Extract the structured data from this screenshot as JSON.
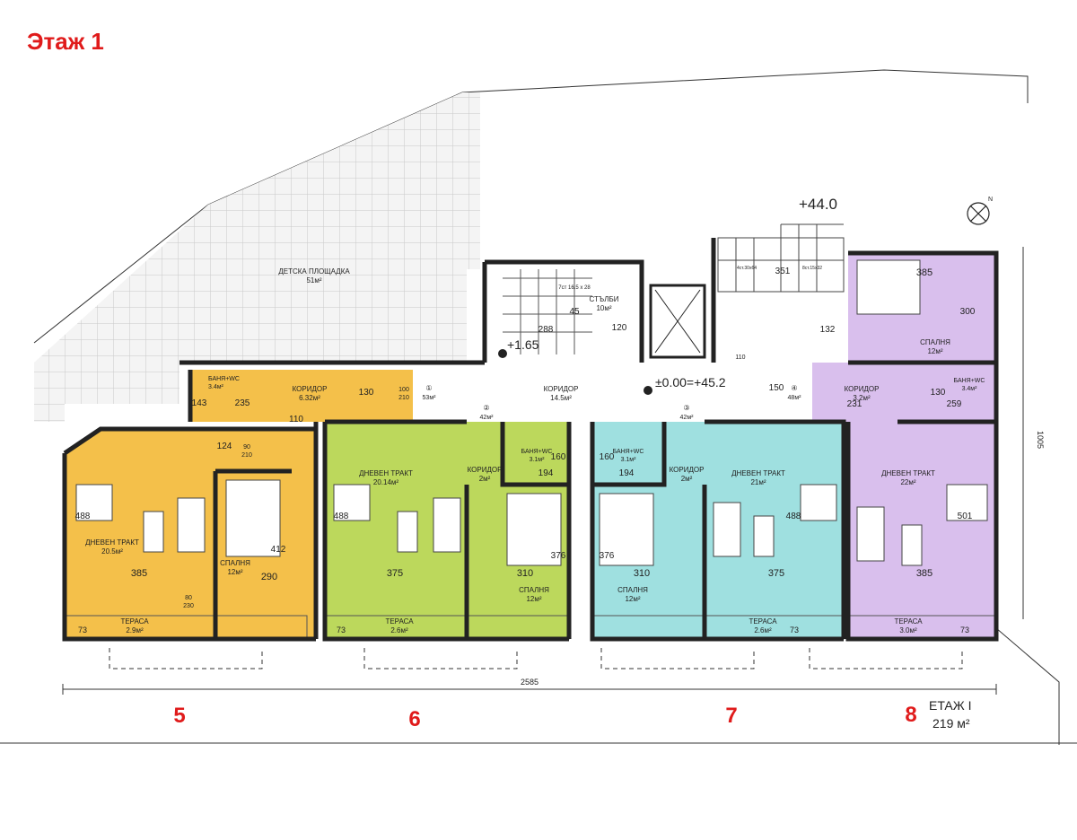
{
  "title": "Этаж 1",
  "elevations": {
    "top": "+44.0",
    "entrance": "±0.00=+45.2",
    "stair_landing": "+1.65"
  },
  "north": "N",
  "floor": {
    "label": "ЕТАЖ I",
    "area": "219 м²"
  },
  "overall_dimension": "2585",
  "side_dimension": "1005",
  "playground": {
    "name": "ДЕТСКА ПЛОЩАДКА",
    "area": "51м²"
  },
  "stairs": {
    "name": "СТЪЛБИ",
    "area": "10м²",
    "note": "7ст 16.5 x 28",
    "dim_288": "288",
    "dim_45": "45",
    "dim_120": "120"
  },
  "main_corridor": {
    "name": "КОРИДОР",
    "area": "14.5м²"
  },
  "circulation": [
    {
      "num": "①",
      "area": "53м²"
    },
    {
      "num": "②",
      "area": "42м²"
    },
    {
      "num": "③",
      "area": "42м²"
    },
    {
      "num": "④",
      "area": "48м²"
    }
  ],
  "right_stair": {
    "dim_351": "351",
    "dim_132": "132",
    "dim_150": "150",
    "note1": "4ст.30x64",
    "note2": "8ст.15x32"
  },
  "doors": {
    "d100": "100",
    "d210": "210",
    "d90": "90",
    "d80": "80",
    "d230": "230",
    "d110": "110"
  },
  "units": [
    {
      "id": "5",
      "colour": "#f4c04a",
      "bath": {
        "name": "БАНЯ+WC",
        "area": "3.4м²"
      },
      "corridor": {
        "name": "КОРИДОР",
        "area": "6.32м²"
      },
      "living": {
        "name": "ДНЕВЕН ТРАКТ",
        "area": "20.5м²"
      },
      "bedroom": {
        "name": "СПАЛНЯ",
        "area": "12м²"
      },
      "terrace": {
        "name": "ТЕРАСА",
        "area": "2.9м²"
      },
      "dims": [
        "385",
        "290",
        "488",
        "412",
        "124",
        "110",
        "130",
        "143",
        "235",
        "73"
      ]
    },
    {
      "id": "6",
      "colour": "#bcd85c",
      "bath": {
        "name": "БАНЯ+WC",
        "area": "3.1м²"
      },
      "corridor": {
        "name": "КОРИДОР",
        "area": "2м²"
      },
      "living": {
        "name": "ДНЕВЕН ТРАКТ",
        "area": "20.14м²"
      },
      "bedroom": {
        "name": "СПАЛНЯ",
        "area": "12м²"
      },
      "terrace": {
        "name": "ТЕРАСА",
        "area": "2.6м²"
      },
      "dims": [
        "375",
        "310",
        "488",
        "376",
        "194",
        "160",
        "73"
      ]
    },
    {
      "id": "7",
      "colour": "#9fe0e0",
      "bath": {
        "name": "БАНЯ+WC",
        "area": "3.1м²"
      },
      "corridor": {
        "name": "КОРИДОР",
        "area": "2м²"
      },
      "living": {
        "name": "ДНЕВЕН ТРАКТ",
        "area": "21м²"
      },
      "bedroom": {
        "name": "СПАЛНЯ",
        "area": "12м²"
      },
      "terrace": {
        "name": "ТЕРАСА",
        "area": "2.6м²"
      },
      "dims": [
        "310",
        "375",
        "488",
        "376",
        "194",
        "160",
        "73"
      ]
    },
    {
      "id": "8",
      "colour": "#d9bfed",
      "bath": {
        "name": "БАНЯ+WC",
        "area": "3.4м²"
      },
      "corridor": {
        "name": "КОРИДОР",
        "area": "3.2м²"
      },
      "living": {
        "name": "ДНЕВЕН ТРАКТ",
        "area": "22м²"
      },
      "bedroom": {
        "name": "СПАЛНЯ",
        "area": "12м²"
      },
      "terrace": {
        "name": "ТЕРАСА",
        "area": "3.0м²"
      },
      "dims": [
        "385",
        "300",
        "501",
        "385",
        "231",
        "259",
        "130",
        "73"
      ]
    }
  ]
}
